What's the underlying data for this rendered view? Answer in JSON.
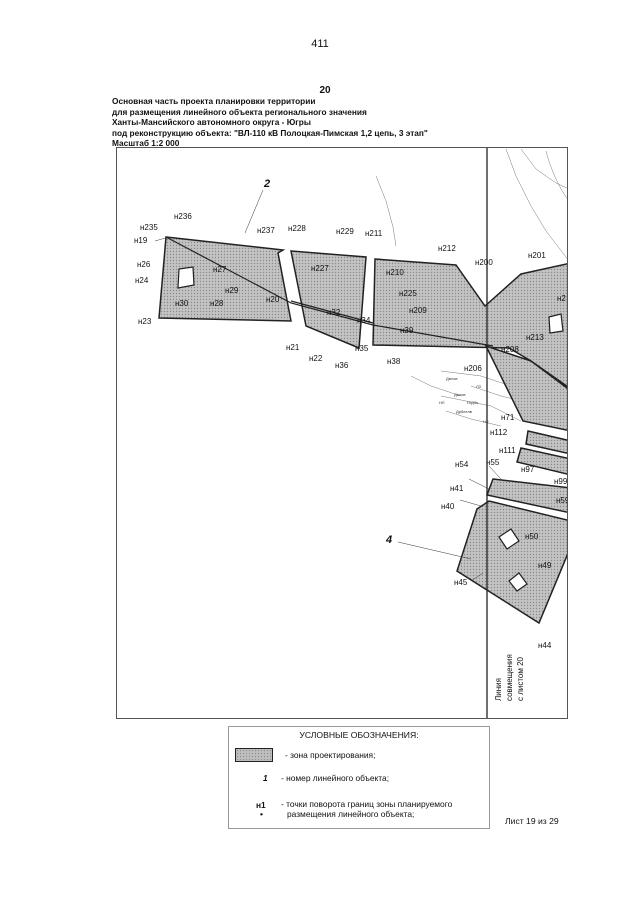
{
  "page_number": "411",
  "sheet_number": "20",
  "header": {
    "line1": "Основная часть проекта планировки территории",
    "line2": "для размещения линейного объекта регионального значения",
    "line3": "Ханты-Мансийского автономного округа - Югры",
    "line4": "под реконструкцию объекта: \"ВЛ-110 кВ Полоцкая-Пимская 1,2 цепь, 3 этап\"",
    "line5": "Масштаб 1:2 000"
  },
  "map": {
    "object_numbers": [
      "2",
      "4"
    ],
    "points": [
      "н235",
      "н236",
      "н19",
      "н26",
      "н24",
      "н23",
      "н27",
      "н29",
      "н28",
      "н30",
      "н237",
      "н228",
      "н227",
      "н20",
      "н21",
      "н22",
      "н32",
      "н34",
      "н36",
      "н35",
      "н229",
      "н211",
      "н210",
      "н225",
      "н209",
      "н39",
      "н38",
      "н212",
      "н200",
      "н201",
      "н2",
      "н213",
      "н208",
      "н206",
      "н71",
      "н112",
      "н111",
      "н55",
      "н54",
      "н97",
      "н99",
      "н41",
      "н40",
      "н59",
      "н50",
      "н49",
      "н45",
      "н44"
    ],
    "combine_line_label": [
      "Линия",
      "совмещения",
      "с листом 20"
    ],
    "small_labels": [
      "Двлов",
      "ЛЗ",
      "Двлов",
      "НЛ",
      "Н/ДЗп",
      "Дрблелв",
      "НЛ"
    ],
    "zone_fill": "#bdbdbd",
    "zone_stroke": "#222222"
  },
  "legend": {
    "title": "УСЛОВНЫЕ ОБОЗНАЧЕНИЯ:",
    "zone_label": "- зона проектирования;",
    "number_symbol": "1",
    "number_label": "- номер линейного объекта;",
    "point_symbol": "н1",
    "point_label_line1": "- точки поворота границ зоны планируемого",
    "point_label_line2": "размещения линейного объекта;"
  },
  "sheet_info": "Лист 19 из 29"
}
